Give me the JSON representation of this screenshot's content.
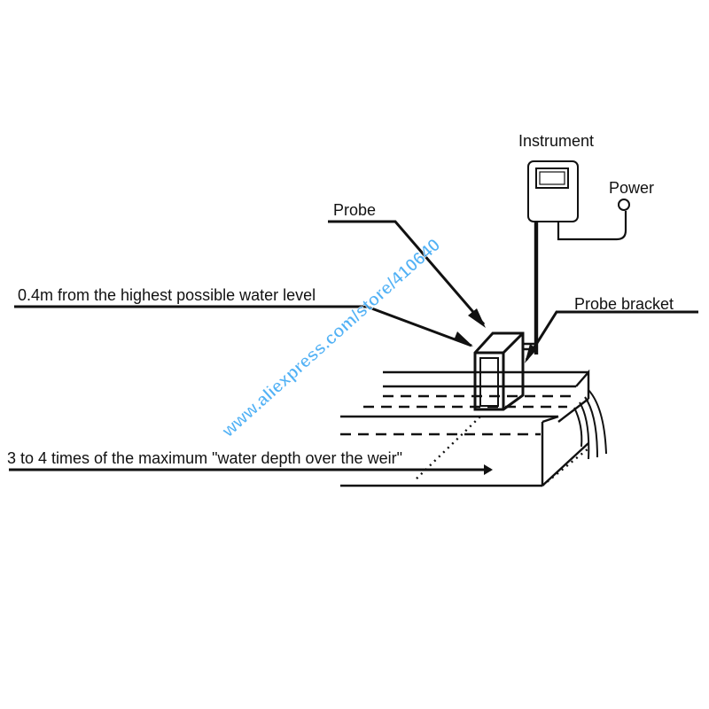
{
  "labels": {
    "instrument": "Instrument",
    "power": "Power",
    "probe": "Probe",
    "probe_bracket": "Probe bracket",
    "distance_note": "0.4m from the highest possible water level",
    "upstream_note": "3 to 4 times of the maximum \"water depth over the weir\""
  },
  "watermark": {
    "text": "www.aliexpress.com/store/410640",
    "color": "#3fa9f5"
  },
  "colors": {
    "line": "#111111",
    "background": "#ffffff"
  }
}
